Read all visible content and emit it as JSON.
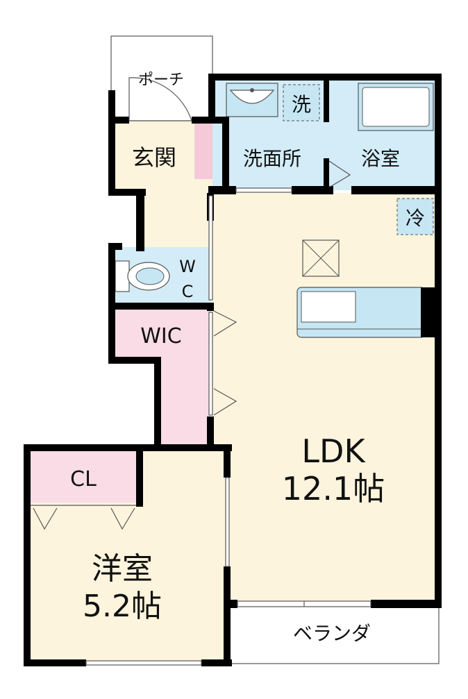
{
  "rooms": {
    "porch": "ポーチ",
    "entrance": "玄関",
    "washroom": "洗面所",
    "washer": "洗",
    "bath": "浴室",
    "fridge": "冷",
    "wc_line1": "W",
    "wc_line2": "C",
    "wic": "WIC",
    "ldk": "LDK",
    "ldk_size": "12.1帖",
    "closet": "CL",
    "western": "洋室",
    "western_size": "5.2帖",
    "balcony": "ベランダ"
  },
  "colors": {
    "wall": "#000000",
    "floor_cream": "#fcf4dc",
    "floor_blue": "#d3ecf8",
    "floor_pink": "#f9dce6",
    "accent_pink": "#f5c9d8",
    "fixture_blue": "#c6e6f4"
  }
}
